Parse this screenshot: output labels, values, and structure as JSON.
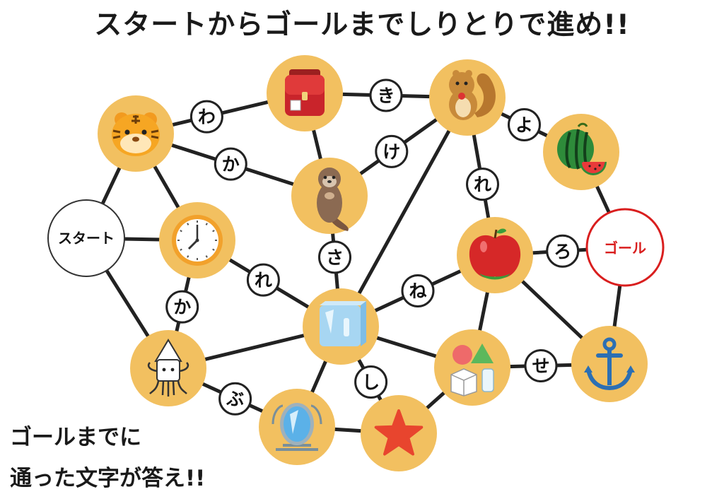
{
  "title": "スタートからゴールまでしりとりで進め!!",
  "prompt": {
    "line1": "ゴールまでに",
    "line2": "通った文字が答え!!"
  },
  "colors": {
    "node": "#F2C060",
    "edge": "#222222",
    "goal": "#D91E1E",
    "start_border": "#333333"
  },
  "start_label": "スタート",
  "goal_label": "ゴール",
  "nodes": [
    {
      "id": "start",
      "kind": "start"
    },
    {
      "id": "goal",
      "kind": "goal"
    },
    {
      "id": "tiger",
      "kind": "picture",
      "icon": "tiger-icon"
    },
    {
      "id": "randoseru",
      "kind": "picture",
      "icon": "randoseru-icon"
    },
    {
      "id": "squirrel",
      "kind": "picture",
      "icon": "squirrel-icon"
    },
    {
      "id": "watermelon",
      "kind": "picture",
      "icon": "watermelon-icon"
    },
    {
      "id": "otter",
      "kind": "picture",
      "icon": "otter-icon"
    },
    {
      "id": "clock",
      "kind": "picture",
      "icon": "clock-icon"
    },
    {
      "id": "apple",
      "kind": "picture",
      "icon": "apple-icon"
    },
    {
      "id": "ice",
      "kind": "picture",
      "icon": "ice-icon"
    },
    {
      "id": "squid",
      "kind": "picture",
      "icon": "squid-icon"
    },
    {
      "id": "shapes",
      "kind": "picture",
      "icon": "shapes-icon"
    },
    {
      "id": "anchor",
      "kind": "picture",
      "icon": "anchor-icon"
    },
    {
      "id": "mirror",
      "kind": "picture",
      "icon": "mirror-icon"
    },
    {
      "id": "star",
      "kind": "picture",
      "icon": "star-icon"
    }
  ],
  "edges": [
    {
      "from": "tiger",
      "to": "randoseru",
      "kana": "わ"
    },
    {
      "from": "randoseru",
      "to": "squirrel",
      "kana": "き"
    },
    {
      "from": "squirrel",
      "to": "watermelon",
      "kana": "よ"
    },
    {
      "from": "tiger",
      "to": "otter",
      "kana": "か"
    },
    {
      "from": "otter",
      "to": "squirrel",
      "kana": "け"
    },
    {
      "from": "squirrel",
      "to": "apple",
      "kana": "れ"
    },
    {
      "from": "apple",
      "to": "goal",
      "kana": "ろ"
    },
    {
      "from": "clock",
      "to": "ice",
      "kana": "れ"
    },
    {
      "from": "otter",
      "to": "ice",
      "kana": "さ"
    },
    {
      "from": "ice",
      "to": "apple",
      "kana": "ね"
    },
    {
      "from": "clock",
      "to": "squid",
      "kana": "か"
    },
    {
      "from": "squid",
      "to": "mirror",
      "kana": "ぶ"
    },
    {
      "from": "ice",
      "to": "star",
      "kana": "し"
    },
    {
      "from": "shapes",
      "to": "anchor",
      "kana": "せ"
    },
    {
      "from": "tiger",
      "to": "clock",
      "kana": ""
    },
    {
      "from": "start",
      "to": "tiger",
      "kana": ""
    },
    {
      "from": "start",
      "to": "clock",
      "kana": ""
    },
    {
      "from": "start",
      "to": "squid",
      "kana": ""
    },
    {
      "from": "randoseru",
      "to": "otter",
      "kana": ""
    },
    {
      "from": "squirrel",
      "to": "ice",
      "kana": ""
    },
    {
      "from": "watermelon",
      "to": "goal",
      "kana": ""
    },
    {
      "from": "goal",
      "to": "anchor",
      "kana": ""
    },
    {
      "from": "apple",
      "to": "shapes",
      "kana": ""
    },
    {
      "from": "apple",
      "to": "anchor",
      "kana": ""
    },
    {
      "from": "squid",
      "to": "ice",
      "kana": ""
    },
    {
      "from": "ice",
      "to": "mirror",
      "kana": ""
    },
    {
      "from": "ice",
      "to": "shapes",
      "kana": ""
    },
    {
      "from": "mirror",
      "to": "star",
      "kana": ""
    },
    {
      "from": "star",
      "to": "shapes",
      "kana": ""
    }
  ]
}
